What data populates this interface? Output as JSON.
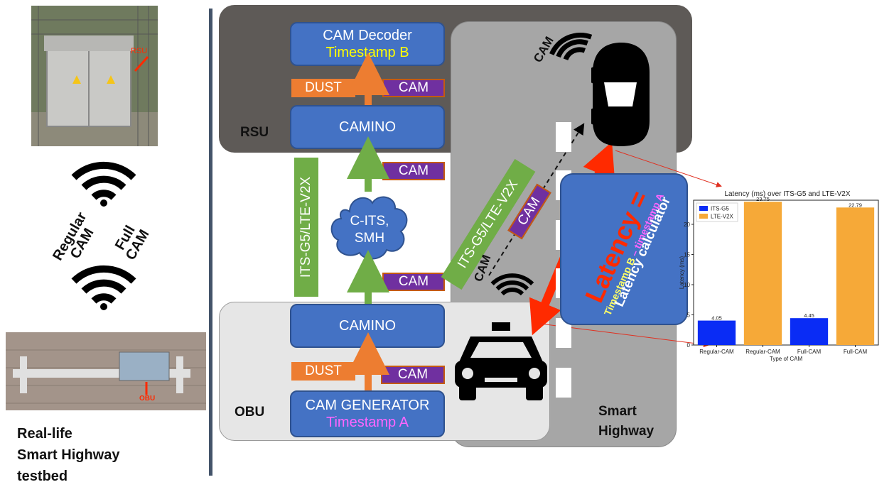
{
  "left_panel": {
    "rsu_photo_label": "RSU",
    "obu_photo_label": "OBU",
    "regular_cam_label": "Regular CAM",
    "full_cam_label": "Full CAM",
    "caption_line1": "Real-life",
    "caption_line2": "Smart Highway",
    "caption_line3": "testbed"
  },
  "rsu": {
    "label": "RSU",
    "decoder_title": "CAM Decoder",
    "decoder_timestamp": "Timestamp B",
    "camino_label": "CAMINO",
    "dust_tag": "DUST",
    "cam_tag": "CAM"
  },
  "middle": {
    "cloud_label_line1": "C-ITS,",
    "cloud_label_line2": "SMH",
    "channel_label": "ITS-G5/LTE-V2X",
    "cam_tag_upper": "CAM",
    "cam_tag_lower": "CAM"
  },
  "obu": {
    "label": "OBU",
    "camino_label": "CAMINO",
    "generator_title": "CAM GENERATOR",
    "generator_timestamp": "Timestamp A",
    "dust_tag": "DUST",
    "cam_tag": "CAM"
  },
  "highway": {
    "label_line1": "Smart",
    "label_line2": "Highway",
    "channel_label": "ITS-G5/LTE-V2X",
    "cam_tag": "CAM",
    "cam_signal_top": "CAM",
    "cam_signal_bottom": "CAM",
    "latency_title": "Latency =",
    "ts_b": "Timestamp B",
    "dash": " – ",
    "ts_a": "timestamp A",
    "calculator_label": "Latency calculator"
  },
  "colors": {
    "rsu_bg": "#5e5a57",
    "obu_bg": "#e6e6e6",
    "highway_bg": "#a6a6a6",
    "box_blue": "#4472c4",
    "cam_purple": "#7030a0",
    "dust_orange": "#ed7d31",
    "green": "#70ad47",
    "latency_red": "#ff0000",
    "its_g5": "#0a2cf5",
    "lte_v2x": "#f6a938"
  },
  "chart_data": {
    "type": "bar",
    "title": "Latency (ms) over ITS-G5 and LTE-V2X",
    "xlabel": "Type of CAM",
    "ylabel": "Latency (ms)",
    "categories": [
      "Regular-CAM",
      "Regular-CAM",
      "Full-CAM",
      "Full-CAM"
    ],
    "series": [
      {
        "name": "ITS-G5",
        "color": "#0a2cf5",
        "values": [
          4.05,
          null,
          4.45,
          null
        ]
      },
      {
        "name": "LTE-V2X",
        "color": "#f6a938",
        "values": [
          null,
          23.75,
          null,
          22.79
        ]
      }
    ],
    "value_labels": [
      "4.05",
      "23.75",
      "4.45",
      "22.79"
    ],
    "yticks": [
      "0",
      "5",
      "10",
      "15",
      "20"
    ],
    "ylim": [
      0,
      24
    ],
    "legend_position": "top-left",
    "grid": false
  }
}
